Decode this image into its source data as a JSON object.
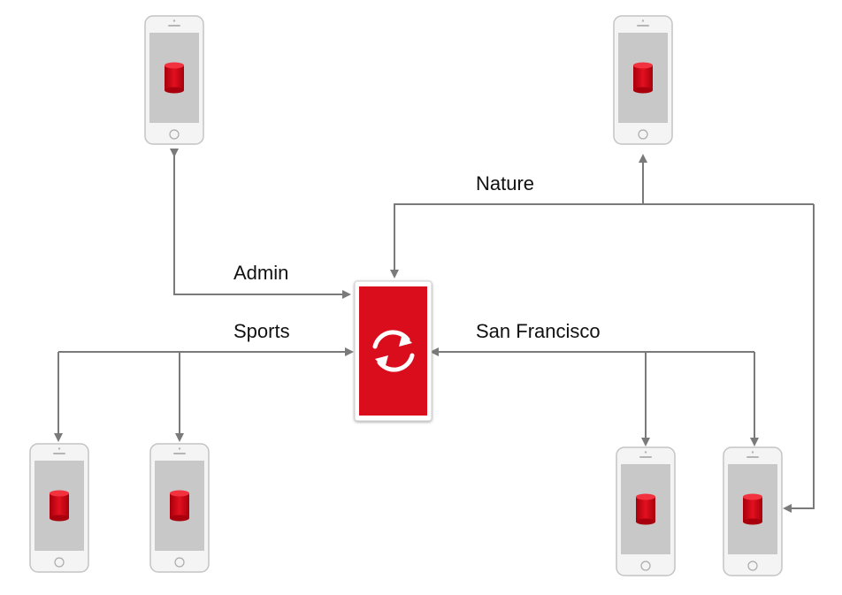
{
  "channels": {
    "nature": "Nature",
    "admin": "Admin",
    "sports": "Sports",
    "san_francisco": "San Francisco"
  },
  "nodes": {
    "server": {
      "icon": "sync-icon",
      "color": "#d9101e"
    },
    "devices": [
      {
        "id": "device-top-left",
        "channel": "Admin",
        "icon": "database-icon"
      },
      {
        "id": "device-top-right",
        "channel": "Nature",
        "icon": "database-icon"
      },
      {
        "id": "device-bottom-1",
        "channel": "Sports",
        "icon": "database-icon"
      },
      {
        "id": "device-bottom-2",
        "channel": "Sports",
        "icon": "database-icon"
      },
      {
        "id": "device-bottom-3",
        "channel": "San Francisco",
        "icon": "database-icon"
      },
      {
        "id": "device-bottom-4",
        "channel": "San Francisco, Nature",
        "icon": "database-icon"
      }
    ]
  },
  "colors": {
    "accent": "#d9101e",
    "connector": "#7a7a7a",
    "phone_body": "#f4f4f4",
    "phone_screen": "#c8c8c8"
  }
}
